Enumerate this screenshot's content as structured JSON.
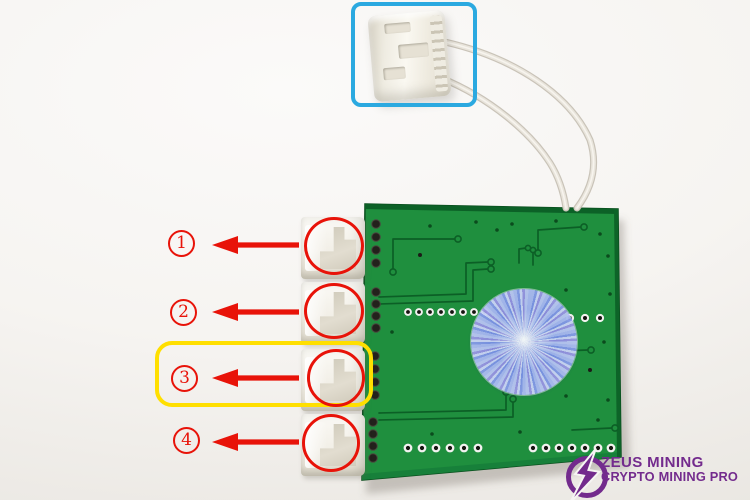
{
  "annotations": {
    "numbers": [
      {
        "label": "1"
      },
      {
        "label": "2"
      },
      {
        "label": "3"
      },
      {
        "label": "4"
      }
    ]
  },
  "watermark": {
    "line1": "ZEUS MINING",
    "line2": "CRYPTO MINING PRO"
  },
  "colors": {
    "annotation_red": "#e81309",
    "highlight_yellow": "#ffdf00",
    "highlight_blue": "#2ba9e0",
    "brand_purple": "#732b8d",
    "pcb_green": "#1f8f3e",
    "hologram_blue": "#6d87e0"
  },
  "icons": {
    "arrow_left_icon": "red-left-arrow",
    "circled_number_icon": "red-circled-digit",
    "lightning_bolt_icon": "zeus-bolt"
  }
}
